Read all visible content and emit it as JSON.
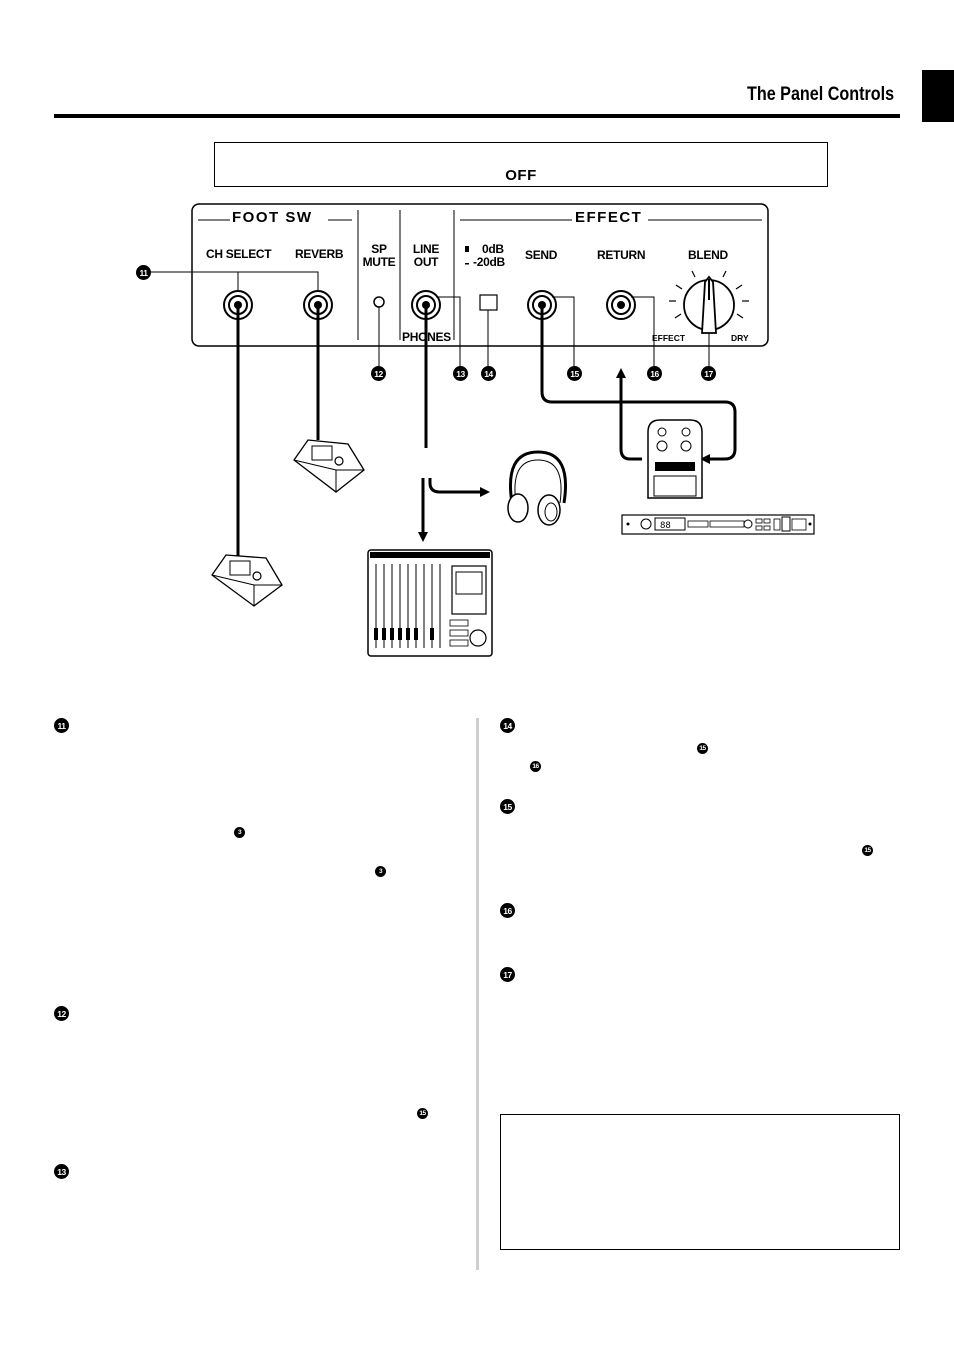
{
  "header": {
    "title": "The Panel Controls"
  },
  "status_box": {
    "text": "OFF"
  },
  "panel": {
    "foot_sw": "FOOT   SW",
    "effect": "EFFECT",
    "ch_select": "CH SELECT",
    "reverb": "REVERB",
    "sp": "SP",
    "mute": "MUTE",
    "line": "LINE",
    "out": "OUT",
    "phones": "PHONES",
    "zero_db": "0dB",
    "minus20_db": "-20dB",
    "send": "SEND",
    "return": "RETURN",
    "blend": "BLEND",
    "knob_effect": "EFFECT",
    "knob_dry": "DRY"
  },
  "callouts": {
    "c11": "11",
    "c12": "12",
    "c13": "13",
    "c14": "14",
    "c15": "15",
    "c16": "16",
    "c17": "17",
    "c3": "3"
  },
  "rack": {
    "display": "88"
  }
}
